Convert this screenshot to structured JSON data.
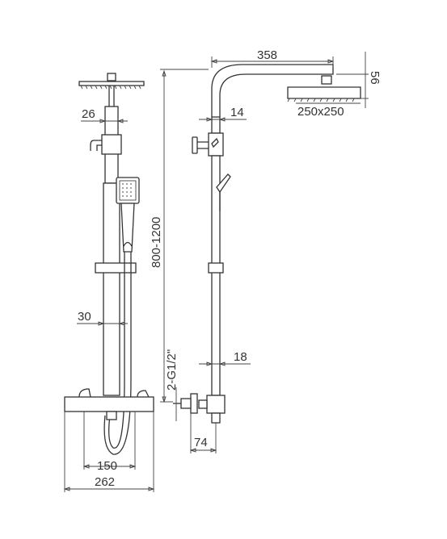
{
  "dimensions": {
    "head_to_arm": "358",
    "head_height": "56",
    "head_size": "250x250",
    "pipe_offset_top": "14",
    "pipe_diameter_top": "26",
    "height_range": "800-1200",
    "pipe_diameter_mid": "30",
    "pipe_diameter_lower": "18",
    "inlet_thread": "2-G1/2\"",
    "inlet_depth": "74",
    "inlet_spacing": "150",
    "mixer_width": "262"
  },
  "colors": {
    "line": "#333333",
    "background": "#ffffff"
  }
}
